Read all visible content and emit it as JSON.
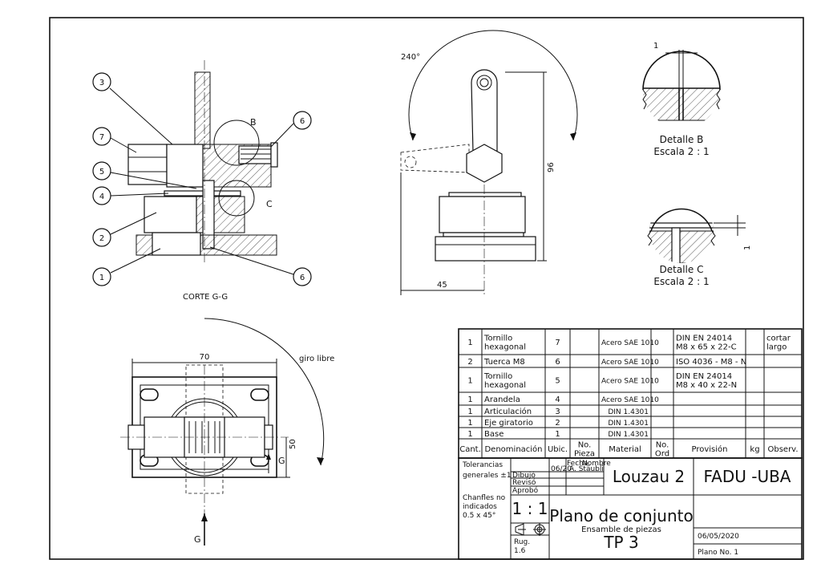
{
  "section_view": {
    "balloons": [
      "3",
      "7",
      "5",
      "4",
      "2",
      "1",
      "6",
      "6"
    ],
    "detail_b_label": "B",
    "detail_c_label": "C",
    "title": "CORTE G-G"
  },
  "front_view": {
    "angle": "240°",
    "height_dim": "96",
    "width_dim": "45"
  },
  "detail_b": {
    "dim": "1",
    "title": "Detalle B",
    "scale": "Escala 2 : 1"
  },
  "detail_c": {
    "dim": "1",
    "title": "Detalle C",
    "scale": "Escala 2 : 1"
  },
  "top_view": {
    "width_dim": "70",
    "height_dim": "50",
    "rotation_note": "giro libre",
    "section_label_right": "G",
    "section_label_bottom": "G"
  },
  "parts_list": {
    "headers": [
      "Cant.",
      "Denominación",
      "Ubic.",
      "No. Pieza",
      "Material",
      "No. Ord",
      "Provisión",
      "kg",
      "Observ."
    ],
    "rows": [
      [
        "1",
        "Tornillo hexagonal",
        "7",
        "",
        "Acero SAE 1010",
        "",
        "DIN EN 24014 M8 x 65 x 22-C",
        "",
        "cortar largo"
      ],
      [
        "2",
        "Tuerca M8",
        "6",
        "",
        "Acero SAE 1010",
        "",
        "ISO 4036 - M8 - N",
        "",
        ""
      ],
      [
        "1",
        "Tornillo hexagonal",
        "5",
        "",
        "Acero SAE 1010",
        "",
        "DIN EN 24014 M8 x 40 x 22-N",
        "",
        ""
      ],
      [
        "1",
        "Arandela",
        "4",
        "",
        "Acero SAE 1010",
        "",
        "",
        "",
        ""
      ],
      [
        "1",
        "Articulación",
        "3",
        "",
        "DIN 1.4301",
        "",
        "",
        "",
        ""
      ],
      [
        "1",
        "Eje giratorio",
        "2",
        "",
        "DIN 1.4301",
        "",
        "",
        "",
        ""
      ],
      [
        "1",
        "Base",
        "1",
        "",
        "DIN 1.4301",
        "",
        "",
        "",
        ""
      ]
    ]
  },
  "title_block": {
    "tolerances": "Tolerancias generales ±1",
    "tol_line1": "Tolerancias",
    "tol_line2": "generales ±1",
    "chamfer_line1": "Chanfles no",
    "chamfer_line2": "indicados",
    "chamfer_line3": "0.5 x 45°",
    "dibujo": "Dibujó",
    "reviso": "Revisó",
    "aprobo": "Aprobó",
    "fecha_header": "Fecha",
    "nombre_header": "Nombre",
    "fecha": "06/20",
    "nombre": "A. Stäubli",
    "project": "Louzau 2",
    "institution": "FADU -UBA",
    "scale": "1 : 1",
    "roughness_label": "Rug.",
    "roughness_value": "1.6",
    "title": "Plano de conjunto",
    "subtitle": "Ensamble de piezas",
    "tp": "TP 3",
    "date": "06/05/2020",
    "sheet": "Plano No. 1"
  }
}
